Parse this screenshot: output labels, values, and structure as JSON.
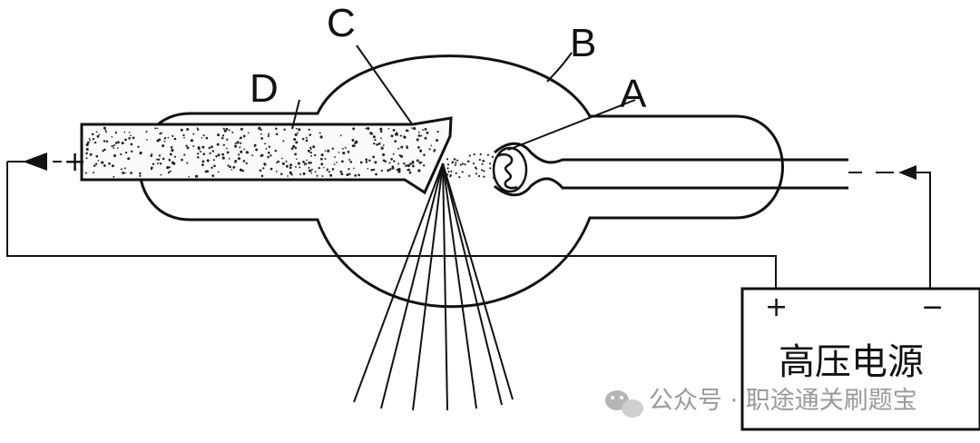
{
  "labels": {
    "A": "A",
    "B": "B",
    "C": "C",
    "D": "D"
  },
  "power_supply": {
    "title": "高压电源",
    "positive_sign": "+",
    "negative_sign": "−"
  },
  "circuit": {
    "left_plus": "+"
  },
  "watermark": {
    "text": "公众号 · 职途通关刷题宝",
    "icon": "wechat-icon",
    "color": "#9a9a9a"
  }
}
